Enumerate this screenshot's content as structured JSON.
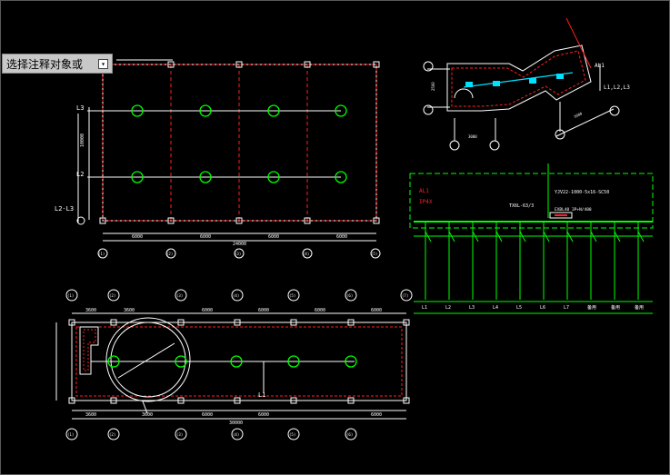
{
  "command_box": {
    "text": "选择注释对象或",
    "button": "▾"
  },
  "top_plan": {
    "row_labels": [
      "L3",
      "L2",
      "L2-L3"
    ],
    "dims": [
      "6000",
      "6000",
      "6000",
      "6000",
      "24000"
    ],
    "axes": [
      "(1)",
      "(2)",
      "(3)",
      "(4)",
      "(5)"
    ],
    "side_dim": "10000"
  },
  "detail": {
    "axis_top": [
      "(1)",
      "(2)"
    ],
    "axis_right": "(A)",
    "labels": [
      "AL1",
      "L1,L2,L3",
      "2500",
      "3000",
      "1600"
    ]
  },
  "panel": {
    "name": "AL1",
    "protection": "IP4X",
    "cable": "YJV22-1000-5x16-SC50",
    "breaker_main": "TX6L-63/3",
    "isolator": "EXBL40 3P+N/400",
    "circuits": [
      "L1",
      "L2",
      "L3",
      "L4",
      "L5",
      "L6",
      "L7",
      "备用",
      "备用",
      "备用"
    ]
  },
  "bottom_plan": {
    "axis_top": [
      "(1)",
      "(2)",
      "(3)",
      "(4)",
      "(5)",
      "(6)",
      "(7)"
    ],
    "axis_bottom": [
      "(1)",
      "(2)",
      "(3)",
      "(4)",
      "(5)",
      "(6)"
    ],
    "dims_top": [
      "3600",
      "3600",
      "6000",
      "6000",
      "6000",
      "6000"
    ],
    "dims_bottom": [
      "3600",
      "3600",
      "6000",
      "6000",
      "6000"
    ],
    "total": "30000",
    "label": "L1"
  },
  "colors": {
    "background": "#000000",
    "line_white": "#ffffff",
    "circle_green": "#00ff00",
    "red": "#ff2020",
    "cyan": "#00e0ff",
    "command_bg": "#c8c8c8"
  }
}
